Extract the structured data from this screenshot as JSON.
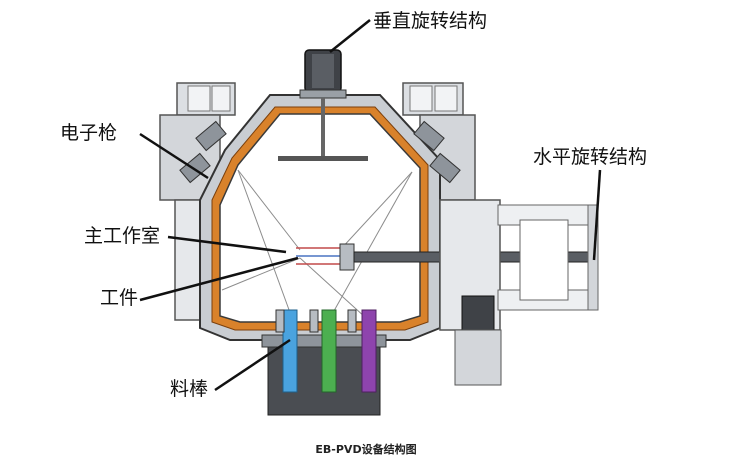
{
  "labels": {
    "vertical_rotation": "垂直旋转结构",
    "electron_gun": "电子枪",
    "horizontal_rotation": "水平旋转结构",
    "main_chamber": "主工作室",
    "workpiece": "工件",
    "material_rods": "料棒"
  },
  "caption": "EB-PVD设备结构图",
  "colors": {
    "chamber_fill": "#ffffff",
    "chamber_stroke": "#3a3a3a",
    "orange_lining": "#d9822b",
    "housing_gray": "#c9cdd2",
    "dark_body": "#4a4d52",
    "rod_blue": "#4aa3df",
    "rod_green": "#4caf50",
    "rod_purple": "#8e44ad"
  }
}
